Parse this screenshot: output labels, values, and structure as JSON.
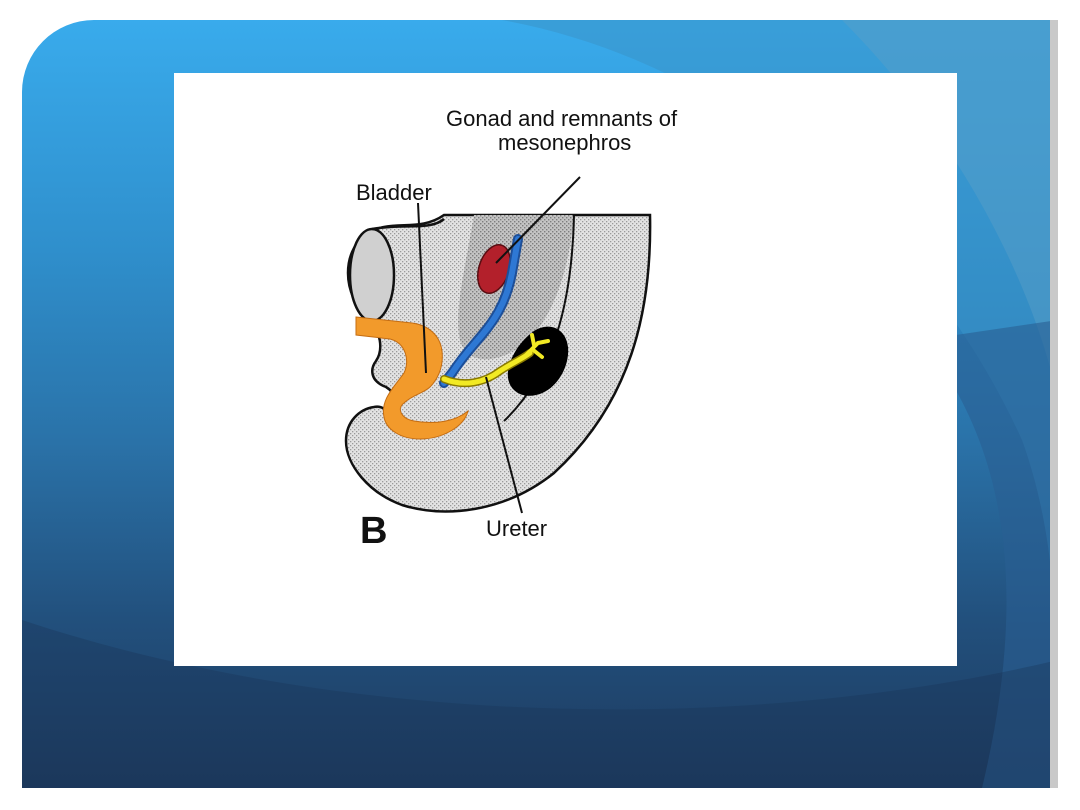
{
  "diagram": {
    "labels": {
      "gonad_line1": "Gonad and remnants of",
      "gonad_line2": "mesonephros",
      "bladder": "Bladder",
      "ureter": "Ureter",
      "panel_letter": "B"
    }
  },
  "colors": {
    "bladder": "#f29a2b",
    "gonad": "#b3202b",
    "mesonephric_duct": "#2e6fc4",
    "ureter": "#f2ea24",
    "kidney": "#000000",
    "tissue": "#d9d9d9"
  }
}
